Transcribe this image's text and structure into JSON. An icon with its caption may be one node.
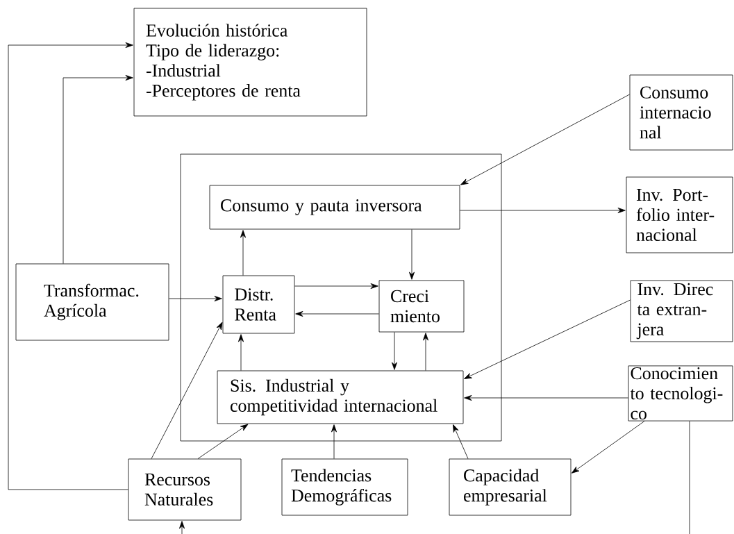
{
  "diagram": {
    "nodes": [
      {
        "text": [
          "Evolución histórica",
          "Tipo de liderazgo:",
          "-Industrial",
          "-Perceptores de renta"
        ]
      },
      {
        "text": [
          "Consumo internacio nal"
        ]
      },
      {
        "text": [],
        "shape": "box"
      },
      {
        "text": [
          "Consumo y pauta inversora"
        ],
        "in": 2
      },
      {
        "text": [
          "Inv. Port- folio inter- nacional"
        ]
      },
      {
        "text": [
          "Transformac. Agrícola"
        ]
      },
      {
        "text": [
          "Distr. Renta"
        ],
        "in": 2
      },
      {
        "text": [
          "Creci miento"
        ],
        "in": 2
      },
      {
        "text": [
          "Inv. Direc ta extran- jera"
        ]
      },
      {
        "text": [
          "Sis. Industrial y competitividad internacional"
        ],
        "in": 2
      },
      {
        "text": [
          "Conocimien to tecnologi- co"
        ]
      },
      {
        "text": [
          "Recursos Naturales"
        ]
      },
      {
        "text": [
          "Tendencias Demográficas"
        ]
      },
      {
        "text": [
          "Capacidad empresarial"
        ]
      }
    ],
    "edges": [
      {
        "from": 11,
        "to": 0,
        "arrow": "to"
      },
      {
        "from": 5,
        "to": 0,
        "arrow": "to"
      },
      {
        "from": 1,
        "to": 3,
        "arrow": "to"
      },
      {
        "from": 3,
        "to": 4,
        "arrow": "to"
      },
      {
        "from": 3,
        "to": 7,
        "arrow": "to"
      },
      {
        "from": 6,
        "to": 3,
        "arrow": "to"
      },
      {
        "from": 6,
        "to": 7,
        "arrow": "to"
      },
      {
        "from": 7,
        "to": 6,
        "arrow": "to"
      },
      {
        "from": 5,
        "to": 6,
        "arrow": "to"
      },
      {
        "from": 7,
        "to": 9,
        "arrow": "to"
      },
      {
        "from": 9,
        "to": 7,
        "arrow": "to"
      },
      {
        "from": 9,
        "to": 6,
        "arrow": "to"
      },
      {
        "from": 8,
        "to": 9,
        "arrow": "to"
      },
      {
        "from": 10,
        "to": 9,
        "arrow": "to"
      },
      {
        "from": 11,
        "to": 6,
        "arrow": "to"
      },
      {
        "from": 11,
        "to": 9,
        "arrow": "to"
      },
      {
        "from": 12,
        "to": 9,
        "arrow": "to"
      },
      {
        "from": 13,
        "to": 9,
        "arrow": "to"
      },
      {
        "from": 10,
        "to": 13,
        "arrow": "to"
      },
      {
        "from": 10,
        "to": null,
        "arrow": "none"
      },
      {
        "from": null,
        "to": 11,
        "arrow": "to"
      }
    ]
  }
}
